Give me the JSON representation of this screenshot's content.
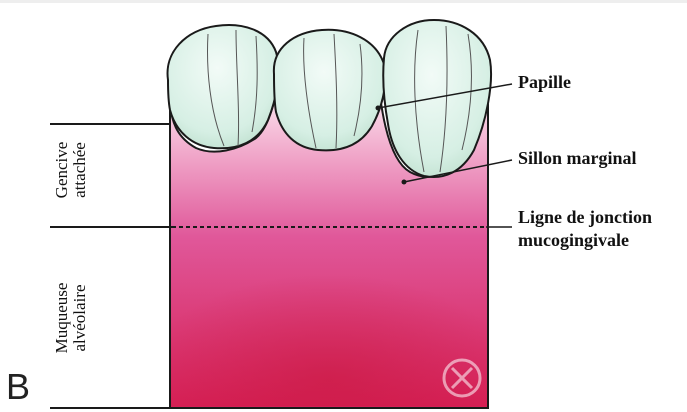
{
  "figure": {
    "panel_letter": "B",
    "labels": {
      "papille": "Papille",
      "sillon_marginal": "Sillon marginal",
      "ligne_jonction_line1": "Ligne de jonction",
      "ligne_jonction_line2": "mucogingivale",
      "gencive_line1": "Gencive",
      "gencive_line2": "attachée",
      "muqueuse_line1": "Muqueuse",
      "muqueuse_line2": "alvéolaire"
    },
    "colors": {
      "gingiva_top": "#f6cfe0",
      "gingiva_mid": "#e46aa2",
      "mucosa": "#d8265f",
      "tooth": "#d9f3ea",
      "outline": "#1a1a1a"
    },
    "icons": {
      "watermark": "logo-watermark-icon"
    }
  }
}
